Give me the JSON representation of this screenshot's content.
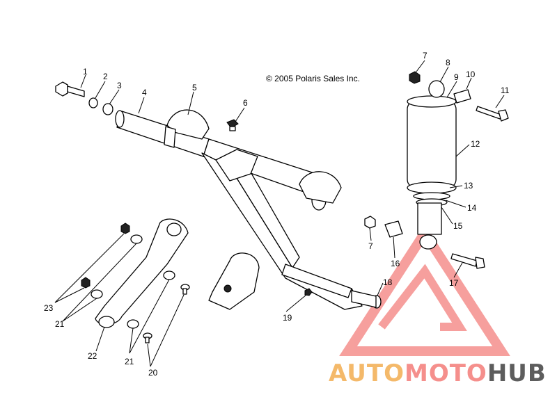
{
  "copyright": "© 2005 Polaris Sales Inc.",
  "callouts": [
    "1",
    "2",
    "3",
    "4",
    "5",
    "6",
    "7",
    "8",
    "9",
    "10",
    "11",
    "12",
    "13",
    "14",
    "15",
    "7",
    "16",
    "17",
    "18",
    "19",
    "20",
    "21",
    "21",
    "22",
    "23"
  ],
  "watermark": {
    "parts": [
      "AUTO",
      "MOTO",
      "HUB"
    ],
    "colors": {
      "auto": "#f4b96a",
      "moto": "#f58f8c",
      "hub": "#5d5d5d",
      "triangle": "#f58f8c"
    }
  }
}
